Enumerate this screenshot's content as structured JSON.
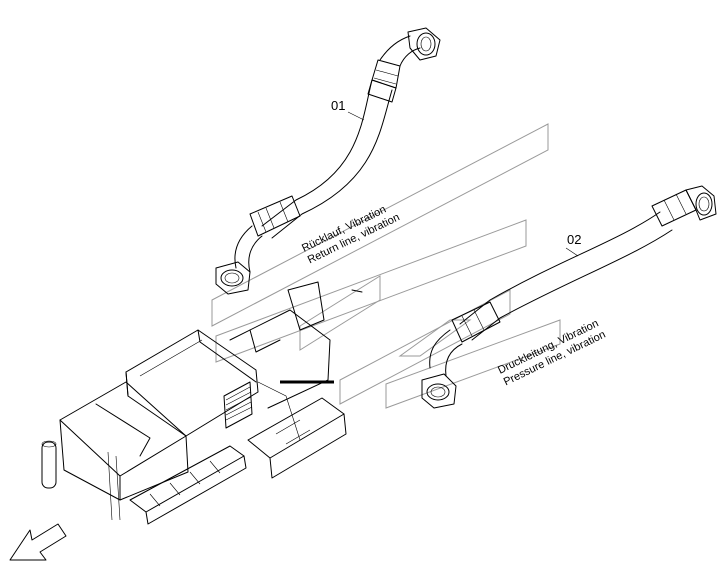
{
  "parts": [
    {
      "number": "01",
      "label_de": "Rücklauf, Vibration",
      "label_en": "Return line, vibration"
    },
    {
      "number": "02",
      "label_de": "Druckleitung, Vibration",
      "label_en": "Pressure line, vibration"
    }
  ]
}
